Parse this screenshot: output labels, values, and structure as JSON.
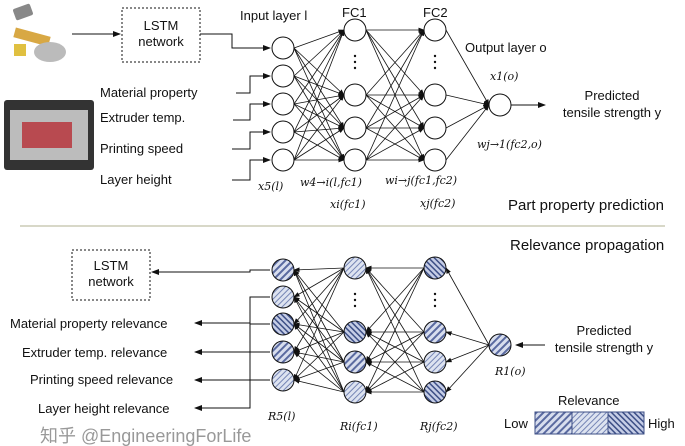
{
  "top": {
    "lstm": "LSTM",
    "lstm2": "network",
    "input_layer": "Input layer l",
    "fc1": "FC1",
    "fc2": "FC2",
    "output_layer": "Output layer o",
    "inputs": [
      "Material property",
      "Extruder temp.",
      "Printing speed",
      "Layer height"
    ],
    "predicted": "Predicted",
    "predicted2": "tensile strength y",
    "x5": "x5(l)",
    "w4i": "w4→i(l,fc1)",
    "xi": "xi(fc1)",
    "wij": "wi→j(fc1,fc2)",
    "xj": "xj(fc2)",
    "wj1": "wj→1(fc2,o)",
    "x1": "x1(o)",
    "title": "Part property prediction"
  },
  "bottom": {
    "title": "Relevance propagation",
    "lstm": "LSTM",
    "lstm2": "network",
    "outputs": [
      "Material property relevance",
      "Extruder temp. relevance",
      "Printing speed relevance",
      "Layer height relevance"
    ],
    "predicted": "Predicted",
    "predicted2": "tensile strength y",
    "r5": "R5(l)",
    "ri": "Ri(fc1)",
    "rj": "Rj(fc2)",
    "r1": "R1(o)",
    "legend_title": "Relevance",
    "low": "Low",
    "high": "High"
  },
  "watermark": "知乎 @EngineeringForLife",
  "colors": {
    "node_fill": "#c9d3e8",
    "stripe": "#3d4f86",
    "line": "#111111"
  }
}
